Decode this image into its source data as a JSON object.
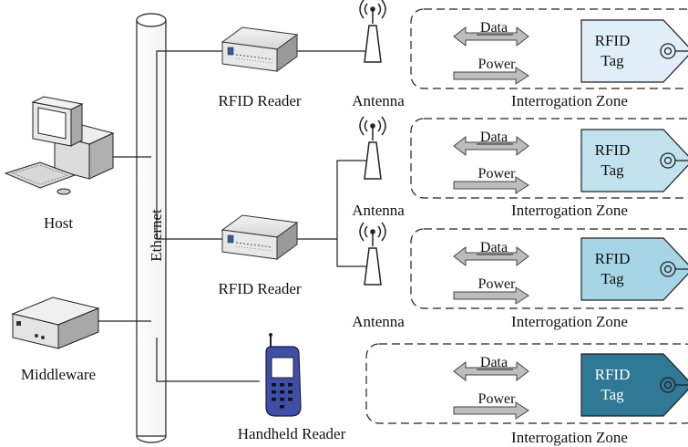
{
  "bus": {
    "label": "Ethernet"
  },
  "nodes": {
    "host": "Host",
    "middleware": "Middleware",
    "reader_1": "RFID Reader",
    "reader_2": "RFID Reader",
    "handheld": "Handheld Reader"
  },
  "antenna_label": "Antenna",
  "zones": [
    {
      "label": "Interrogation Zone",
      "data": "Data",
      "power": "Power",
      "tag_line1": "RFID",
      "tag_line2": "Tag",
      "tag_color": "#e0eef7",
      "tag_text_color": "#111111"
    },
    {
      "label": "Interrogation Zone",
      "data": "Data",
      "power": "Power",
      "tag_line1": "RFID",
      "tag_line2": "Tag",
      "tag_color": "#c2e2ee",
      "tag_text_color": "#111111"
    },
    {
      "label": "Interrogation Zone",
      "data": "Data",
      "power": "Power",
      "tag_line1": "RFID",
      "tag_line2": "Tag",
      "tag_color": "#a6d6e6",
      "tag_text_color": "#111111"
    },
    {
      "label": "Interrogation Zone",
      "data": "Data",
      "power": "Power",
      "tag_line1": "RFID",
      "tag_line2": "Tag",
      "tag_color": "#2f7896",
      "tag_text_color": "#ffffff"
    }
  ]
}
